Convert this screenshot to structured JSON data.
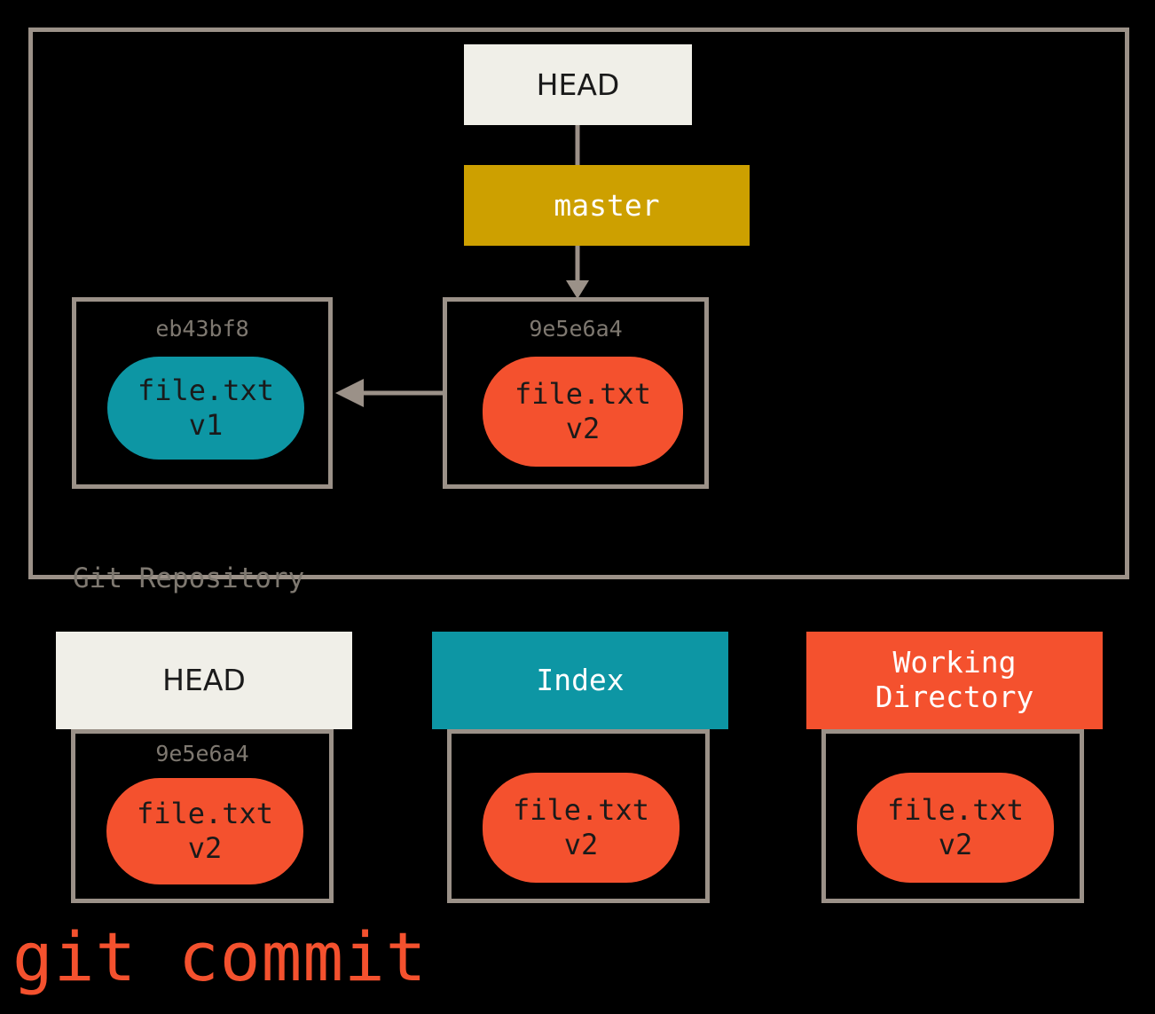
{
  "diagram": {
    "caption": "git commit",
    "caption_color": "#f4512e",
    "repository": {
      "label": "Git Repository",
      "border_color": "#9b9188",
      "head_pointer": {
        "label": "HEAD",
        "bg": "#f0efe8"
      },
      "branch_pointer": {
        "label": "master",
        "bg": "#cda000"
      },
      "commits": [
        {
          "sha": "eb43bf8",
          "blob_line1": "file.txt",
          "blob_line2": "v1",
          "blob_color": "#0d96a4"
        },
        {
          "sha": "9e5e6a4",
          "blob_line1": "file.txt",
          "blob_line2": "v2",
          "blob_color": "#f4512e"
        }
      ]
    },
    "areas": [
      {
        "title": "HEAD",
        "title_bg": "#f0efe8",
        "title_color": "#1a1a1a",
        "sha": "9e5e6a4",
        "blob_line1": "file.txt",
        "blob_line2": "v2",
        "blob_color": "#f4512e"
      },
      {
        "title": "Index",
        "title_bg": "#0d96a4",
        "title_color": "#ffffff",
        "sha": "",
        "blob_line1": "file.txt",
        "blob_line2": "v2",
        "blob_color": "#f4512e"
      },
      {
        "title": "Working\nDirectory",
        "title_bg": "#f4512e",
        "title_color": "#ffffff",
        "sha": "",
        "blob_line1": "file.txt",
        "blob_line2": "v2",
        "blob_color": "#f4512e"
      }
    ]
  }
}
